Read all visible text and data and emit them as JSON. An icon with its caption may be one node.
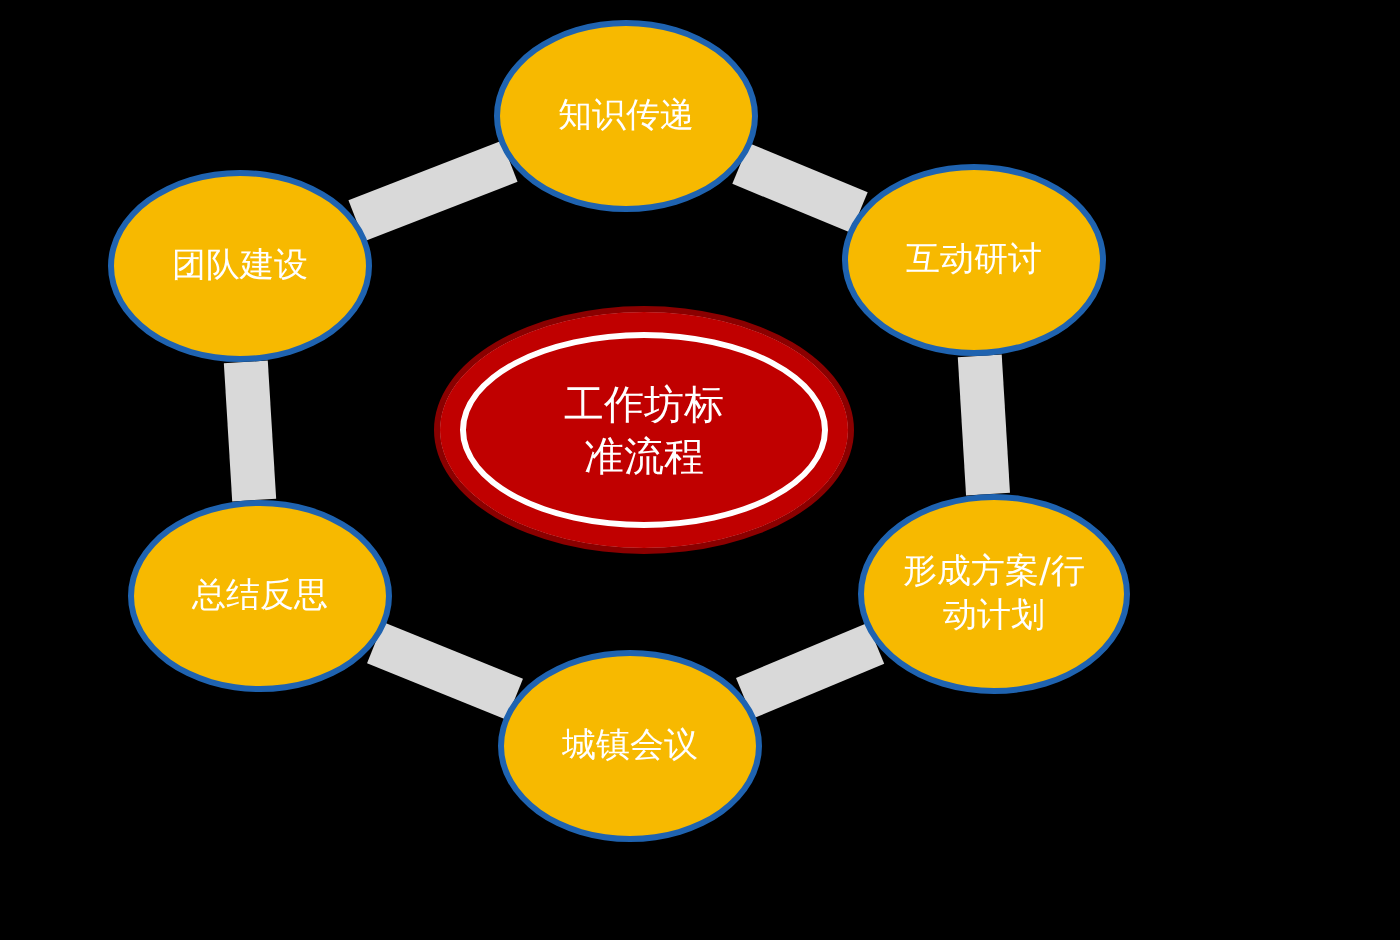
{
  "diagram": {
    "nodes": [
      {
        "text": [
          "工作坊标准流程"
        ]
      },
      {
        "text": [
          "知识传递"
        ]
      },
      {
        "text": [
          "互动研讨"
        ]
      },
      {
        "text": [
          "形成方案/行动计划"
        ]
      },
      {
        "text": [
          "城镇会议"
        ]
      },
      {
        "text": [
          "总结反思"
        ]
      },
      {
        "text": [
          "团队建设"
        ]
      }
    ],
    "edges": [
      {
        "from": 1,
        "to": 2,
        "arrow": "none"
      },
      {
        "from": 2,
        "to": 3,
        "arrow": "none"
      },
      {
        "from": 3,
        "to": 4,
        "arrow": "none"
      },
      {
        "from": 4,
        "to": 5,
        "arrow": "none"
      },
      {
        "from": 5,
        "to": 6,
        "arrow": "none"
      },
      {
        "from": 6,
        "to": 1,
        "arrow": "none"
      }
    ]
  }
}
